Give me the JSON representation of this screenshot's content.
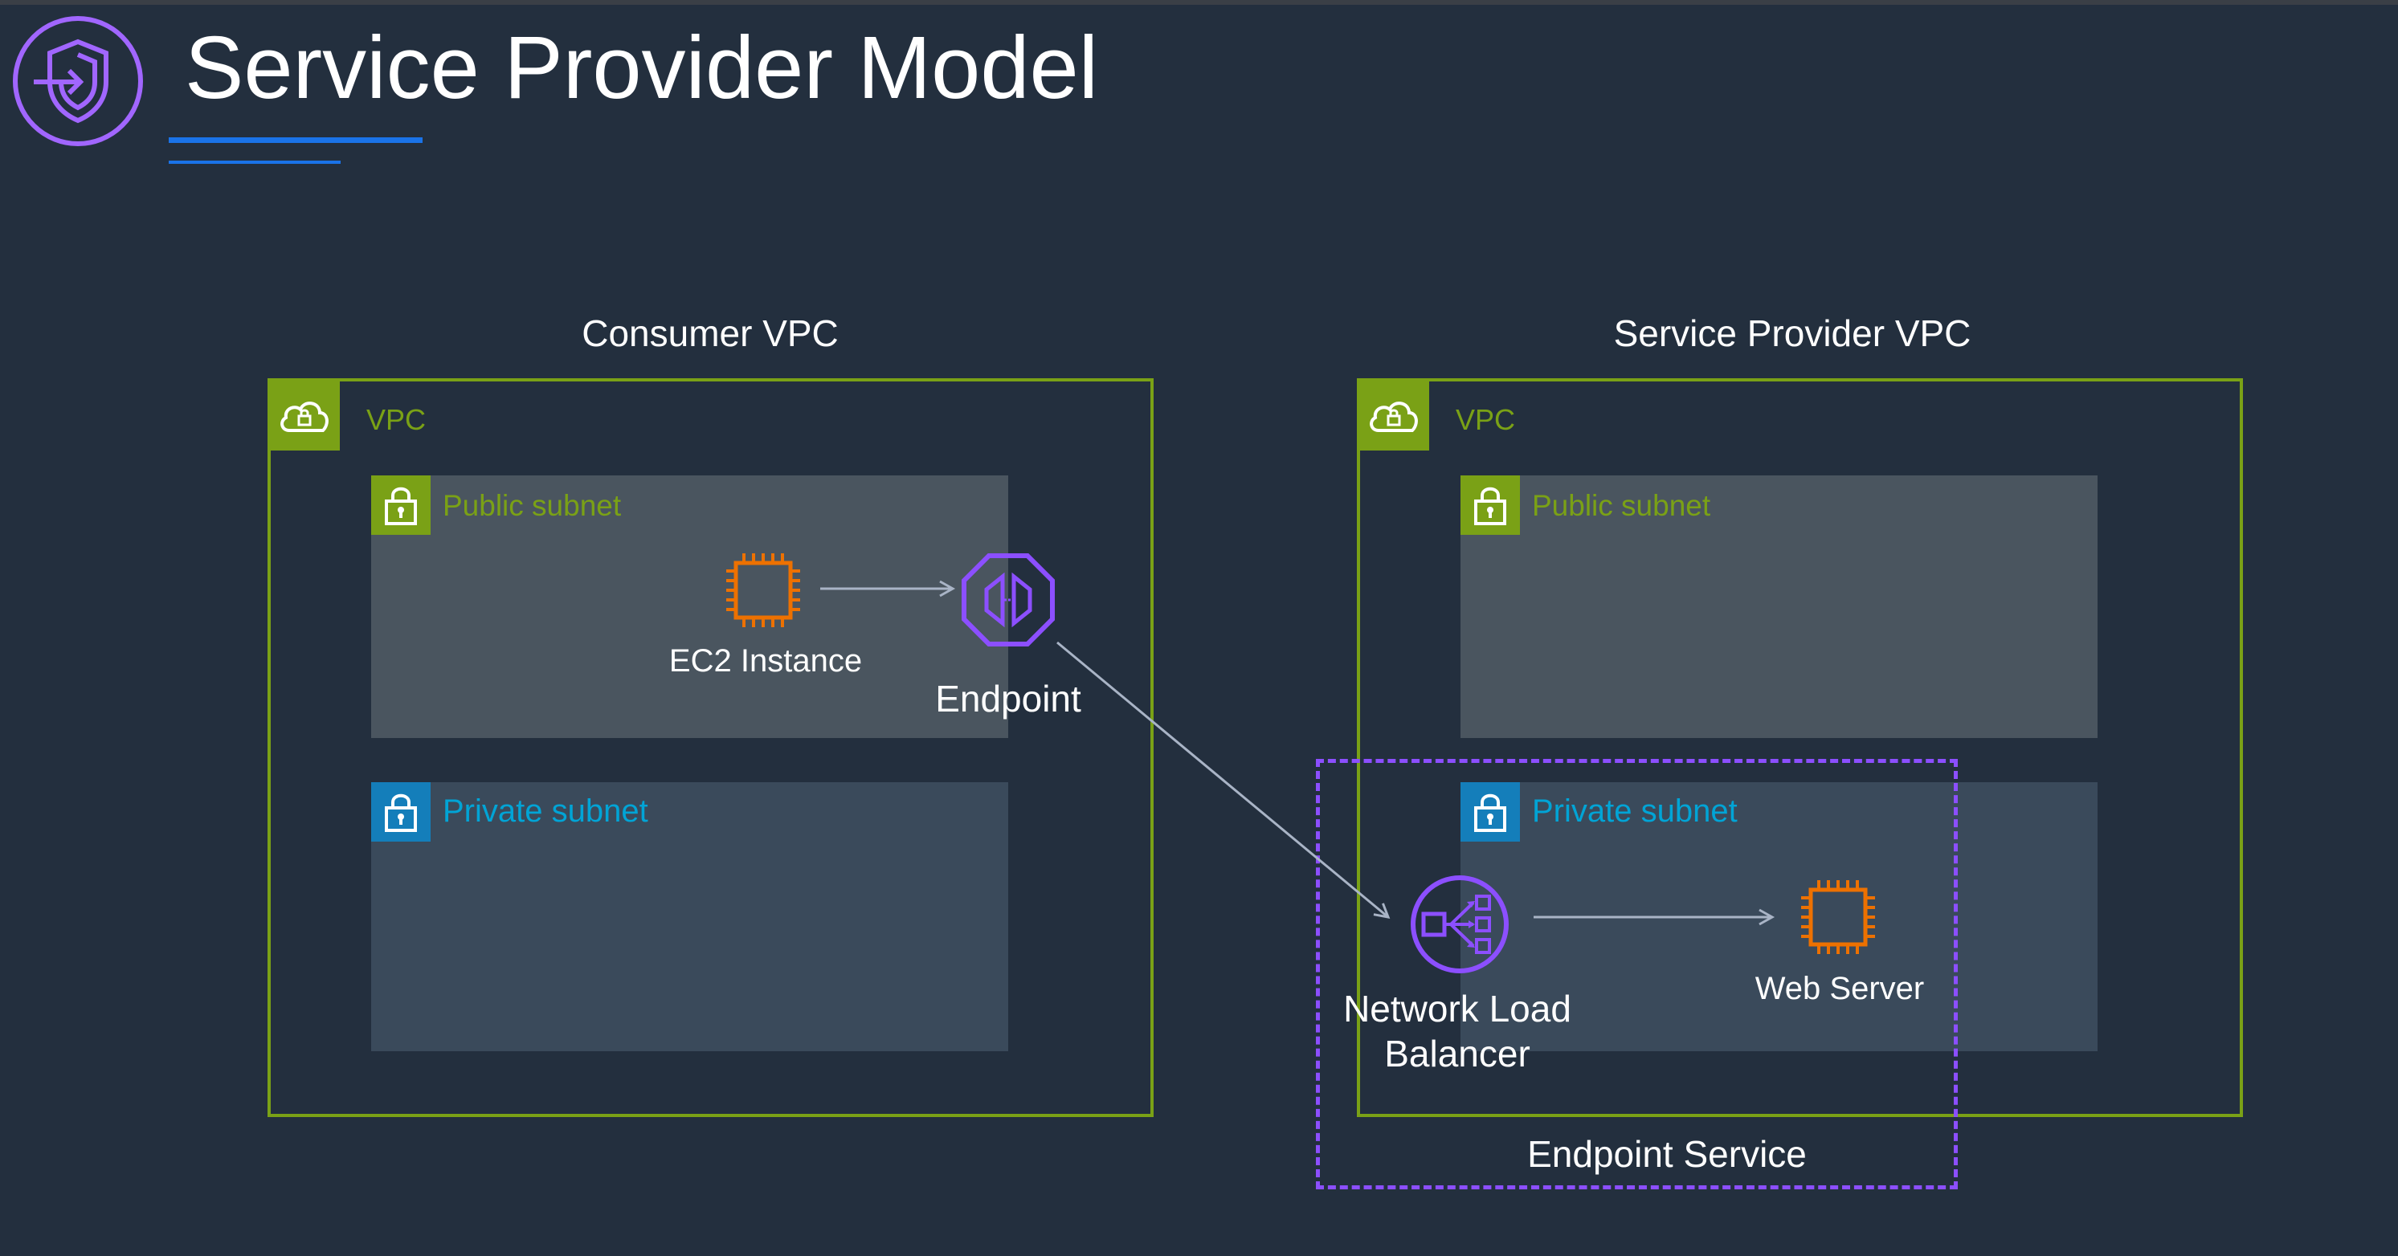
{
  "slide": {
    "title": "Service Provider Model"
  },
  "consumer": {
    "heading": "Consumer VPC",
    "vpc_label": "VPC",
    "public_subnet": "Public subnet",
    "private_subnet": "Private subnet",
    "ec2_label": "EC2 Instance",
    "endpoint_label": "Endpoint"
  },
  "provider": {
    "heading": "Service Provider VPC",
    "vpc_label": "VPC",
    "public_subnet": "Public subnet",
    "private_subnet": "Private subnet",
    "nlb_label_line1": "Network Load",
    "nlb_label_line2": "Balancer",
    "web_label": "Web Server"
  },
  "endpoint_service": {
    "label": "Endpoint Service"
  },
  "colors": {
    "background": "#232f3e",
    "vpc_green": "#7aa116",
    "private_blue": "#147eba",
    "compute_orange": "#ed7100",
    "network_purple": "#8c4fff",
    "arrow": "#a9b4c6"
  }
}
